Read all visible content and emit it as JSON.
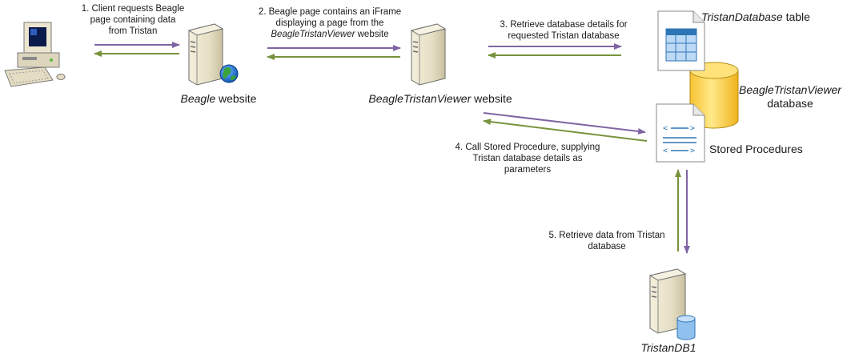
{
  "colors": {
    "request_arrow": "#8064a2",
    "response_arrow": "#77933c",
    "server_body": "#e9e2c8",
    "db_cylinder": "#fad54b"
  },
  "icons": {
    "client": "desktop-computer-icon",
    "beagle_server": "web-server-icon",
    "viewer_server": "server-icon",
    "table": "database-table-icon",
    "cylinder": "database-cylinder-icon",
    "procedures": "stored-procedures-document-icon",
    "tristan_server": "database-server-icon"
  },
  "nodes": {
    "beagle": {
      "name": "Beagle",
      "suffix": " website"
    },
    "viewer": {
      "name": "BeagleTristanViewer",
      "suffix": " website"
    },
    "table": {
      "name": "TristanDatabase",
      "suffix": " table"
    },
    "database": {
      "name": "BeagleTristanViewer",
      "line2": "database"
    },
    "procedures": {
      "label": "Stored Procedures"
    },
    "tristan": {
      "name": "TristanDB1"
    }
  },
  "steps": {
    "step1": {
      "line1": "1. Client requests Beagle",
      "line2": "page containing data",
      "line3": "from Tristan"
    },
    "step2": {
      "line1": "2. Beagle page contains an iFrame",
      "line2": "displaying a page from the",
      "line3_italic": "BeagleTristanViewer",
      "line3_rest": " website"
    },
    "step3": {
      "line1": "3. Retrieve database details for",
      "line2": "requested Tristan database"
    },
    "step4": {
      "line1": "4. Call Stored Procedure, supplying",
      "line2": "Tristan database details as",
      "line3": "parameters"
    },
    "step5": {
      "line1": "5. Retrieve data from Tristan",
      "line2": "database"
    }
  }
}
